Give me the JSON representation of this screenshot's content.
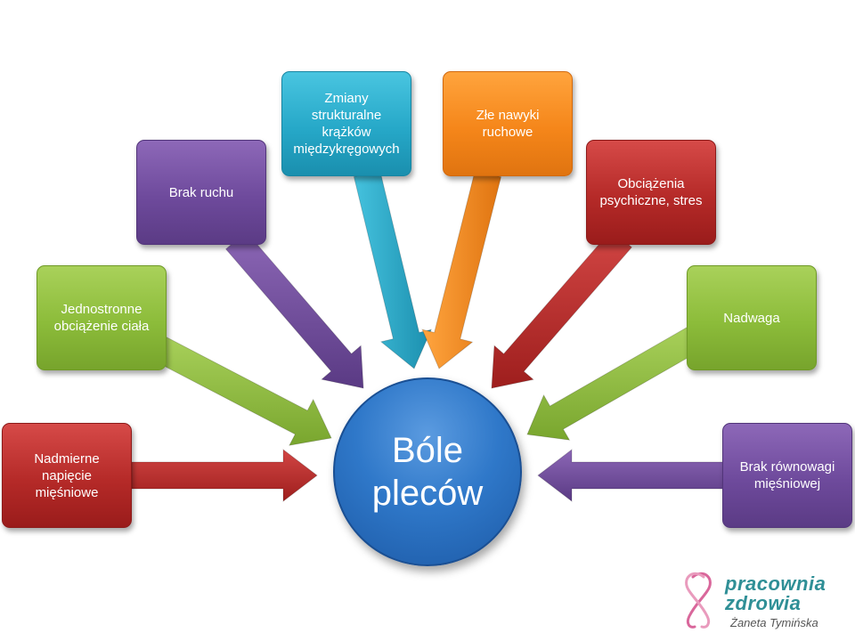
{
  "diagram": {
    "center": {
      "label": "Bóle\nplecców"
    },
    "causes": [
      {
        "id": "nadmierne-napiecie",
        "label": "Nadmierne\nnapięcie\nmięśniowe",
        "color": "#b52a28"
      },
      {
        "id": "jednostronne-obciazenie",
        "label": "Jednostronne\nobciążenie ciała",
        "color": "#8cbc3a"
      },
      {
        "id": "brak-ruchu",
        "label": "Brak ruchu",
        "color": "#6e4a9c"
      },
      {
        "id": "zmiany-strukturalne",
        "label": "Zmiany\nstrukturalne\nkrążków\nmiędzykręgowych",
        "color": "#26a8c8"
      },
      {
        "id": "zle-nawyki",
        "label": "Złe nawyki\nruchowe",
        "color": "#f5861a"
      },
      {
        "id": "obciazenia-psychiczne",
        "label": "Obciążenia\npsychiczne, stres",
        "color": "#b52a28"
      },
      {
        "id": "nadwaga",
        "label": "Nadwaga",
        "color": "#8cbc3a"
      },
      {
        "id": "brak-rownowagi",
        "label": "Brak równowagi\nmięśniowej",
        "color": "#6e4a9c"
      }
    ]
  },
  "logo": {
    "line1": "pracownia",
    "line2": "zdrowia",
    "author": "Żaneta Tymińska",
    "brand_color": "#2f8f96",
    "accent_color": "#d9679b"
  }
}
